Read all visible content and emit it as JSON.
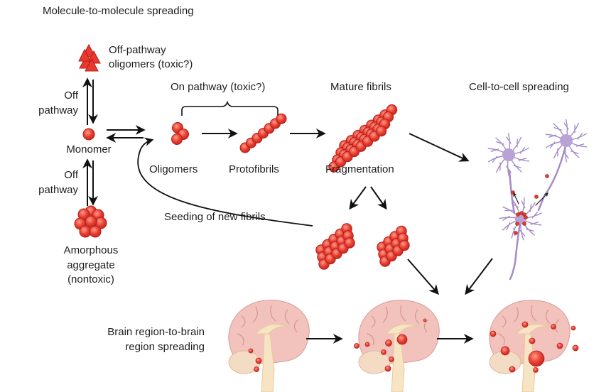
{
  "title": "Molecule-to-molecule spreading",
  "labels": {
    "off_pathway_oligomers_1": "Off-pathway",
    "off_pathway_oligomers_2": "oligomers (toxic?)",
    "off_pathway_top_1": "Off",
    "off_pathway_top_2": "pathway",
    "monomer": "Monomer",
    "off_pathway_bottom_1": "Off",
    "off_pathway_bottom_2": "pathway",
    "amorphous_1": "Amorphous",
    "amorphous_2": "aggregate",
    "amorphous_3": "(nontoxic)",
    "on_pathway": "On pathway (toxic?)",
    "oligomers": "Oligomers",
    "protofibrils": "Protofibrils",
    "mature_fibrils": "Mature fibrils",
    "fragmentation": "Fragmentation",
    "seeding": "Seeding of new fibrils",
    "cell_to_cell": "Cell-to-cell spreading",
    "brain_region_1": "Brain region-to-brain",
    "brain_region_2": "region spreading"
  },
  "colors": {
    "aggregate_red": "#e8392f",
    "aggregate_edge": "#b51e18",
    "neuron_purple": "#a58bc7",
    "brain_pink": "#f2c2bd",
    "brainstem_cream": "#f7e4c4",
    "arrow": "#111111"
  }
}
